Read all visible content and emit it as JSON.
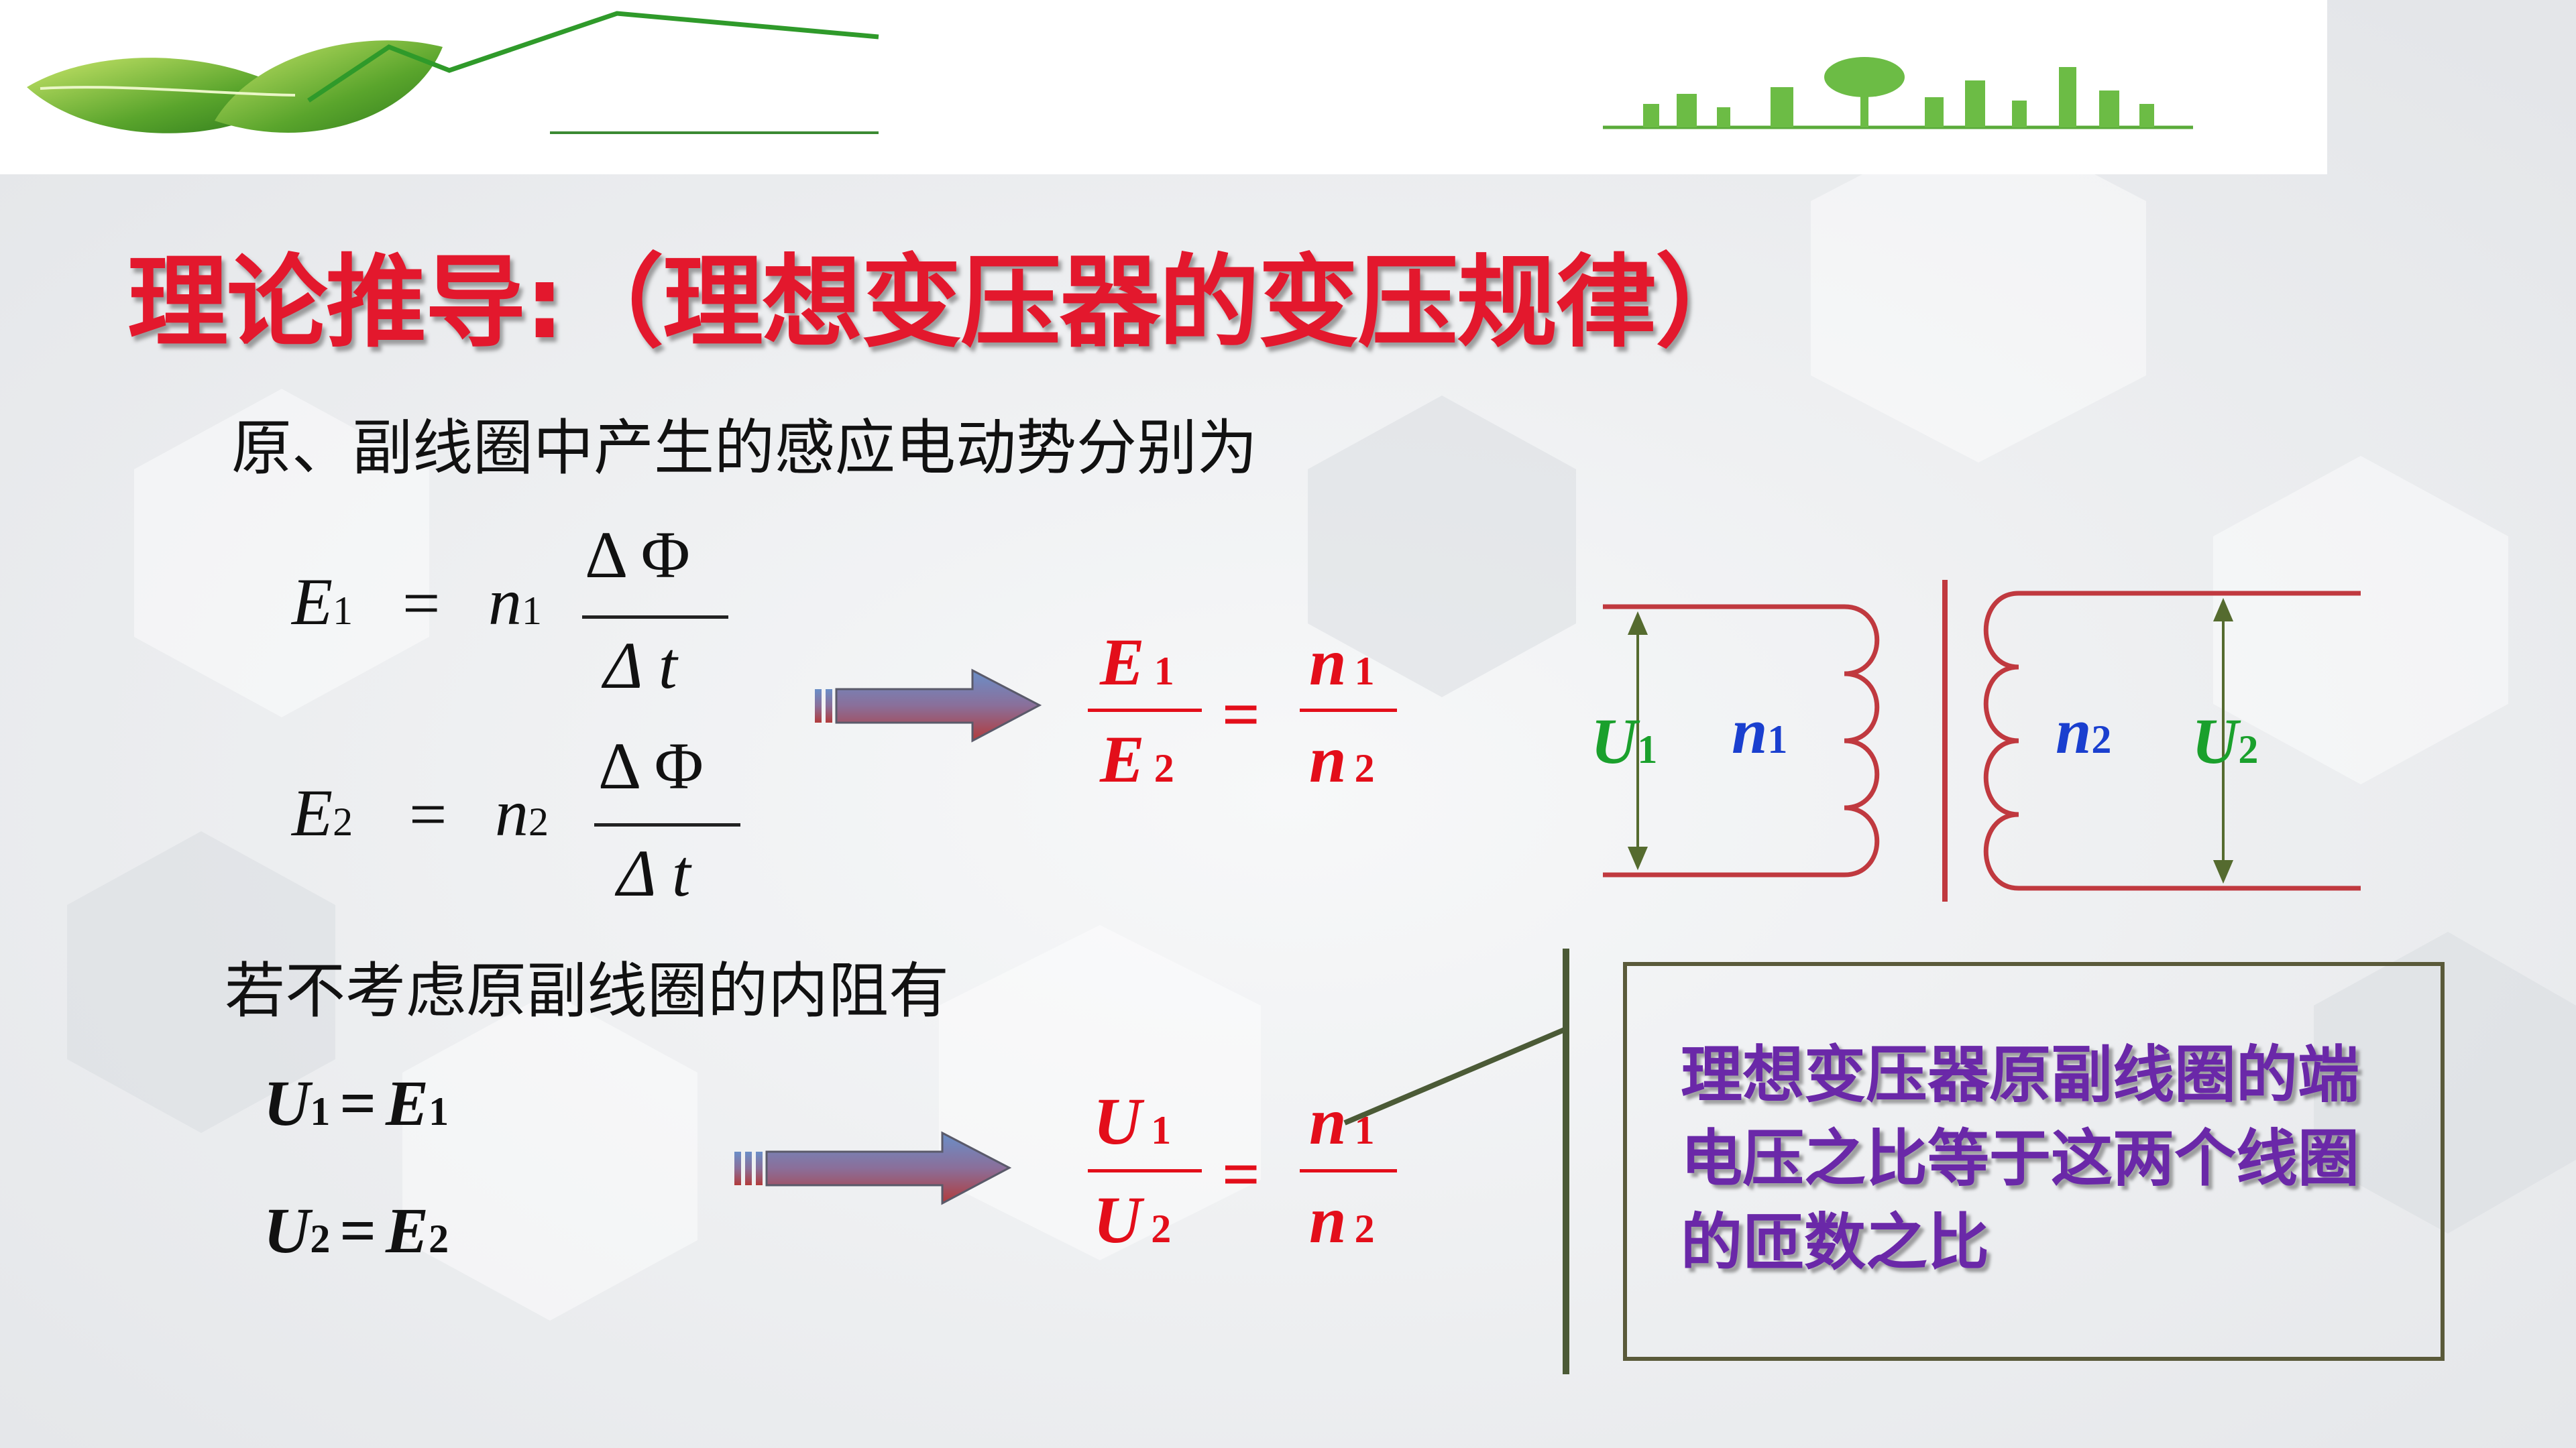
{
  "slide": {
    "title": "理论推导:（理想变压器的变压规律）",
    "intro_text": "原、副线圈中产生的感应电动势分别为",
    "condition_text": "若不考虑原副线圈的内阻有",
    "conclusion_lines": [
      "理想变压器原副线圈的端",
      "电压之比等于这两个线圈",
      "的匝数之比"
    ]
  },
  "equations": {
    "e1": {
      "lhs": "E",
      "lhs_sub": "1",
      "coef": "n",
      "coef_sub": "1",
      "num": "Δ Φ",
      "den": "Δ t",
      "eq": "="
    },
    "e2": {
      "lhs": "E",
      "lhs_sub": "2",
      "coef": "n",
      "coef_sub": "2",
      "num": "Δ Φ",
      "den": "Δ t",
      "eq": "="
    },
    "ratio_e": {
      "num_l": "E",
      "num_l_sub": "1",
      "den_l": "E",
      "den_l_sub": "2",
      "eq": "=",
      "num_r": "n",
      "num_r_sub": "1",
      "den_r": "n",
      "den_r_sub": "2"
    },
    "u1": {
      "lhs": "U",
      "lhs_sub": "1",
      "eq": "=",
      "rhs": "E",
      "rhs_sub": "1"
    },
    "u2": {
      "lhs": "U",
      "lhs_sub": "2",
      "eq": "=",
      "rhs": "E",
      "rhs_sub": "2"
    },
    "ratio_u": {
      "num_l": "U",
      "num_l_sub": "1",
      "den_l": "U",
      "den_l_sub": "2",
      "eq": "=",
      "num_r": "n",
      "num_r_sub": "1",
      "den_r": "n",
      "den_r_sub": "2"
    }
  },
  "diagram": {
    "u1": "U",
    "u1_sub": "1",
    "n1": "n",
    "n1_sub": "1",
    "n2": "n",
    "n2_sub": "2",
    "u2": "U",
    "u2_sub": "2"
  },
  "colors": {
    "title": "#e3182d",
    "ratio": "#e30e1a",
    "voltage_label": "#1aa02c",
    "turns_label": "#1a3fcf",
    "circuit_wire": "#c0393f",
    "conclusion": "#6a28a8"
  },
  "icons": [
    "leaf-logo",
    "city-skyline-icon",
    "arrow-right-icon"
  ]
}
